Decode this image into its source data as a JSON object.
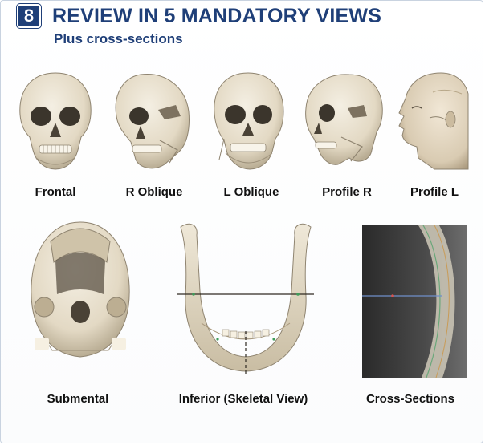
{
  "header": {
    "step_number": "8",
    "title": "REVIEW IN 5 MANDATORY VIEWS",
    "subtitle": "Plus cross-sections"
  },
  "views_top": [
    {
      "label": "Frontal",
      "icon": "skull-frontal-icon"
    },
    {
      "label": "R Oblique",
      "icon": "skull-right-oblique-icon"
    },
    {
      "label": "L Oblique",
      "icon": "skull-left-oblique-icon"
    },
    {
      "label": "Profile R",
      "icon": "skull-profile-right-icon"
    },
    {
      "label": "Profile L",
      "icon": "face-profile-left-icon"
    }
  ],
  "views_bottom": [
    {
      "label": "Submental",
      "icon": "skull-submental-icon"
    },
    {
      "label": "Inferior (Skeletal View)",
      "icon": "mandible-inferior-icon"
    },
    {
      "label": "Cross-Sections",
      "icon": "cross-section-icon"
    }
  ],
  "colors": {
    "brand_navy": "#1f3f78",
    "bone": "#e9e1cf",
    "bone_shadow": "#b9ad94"
  }
}
